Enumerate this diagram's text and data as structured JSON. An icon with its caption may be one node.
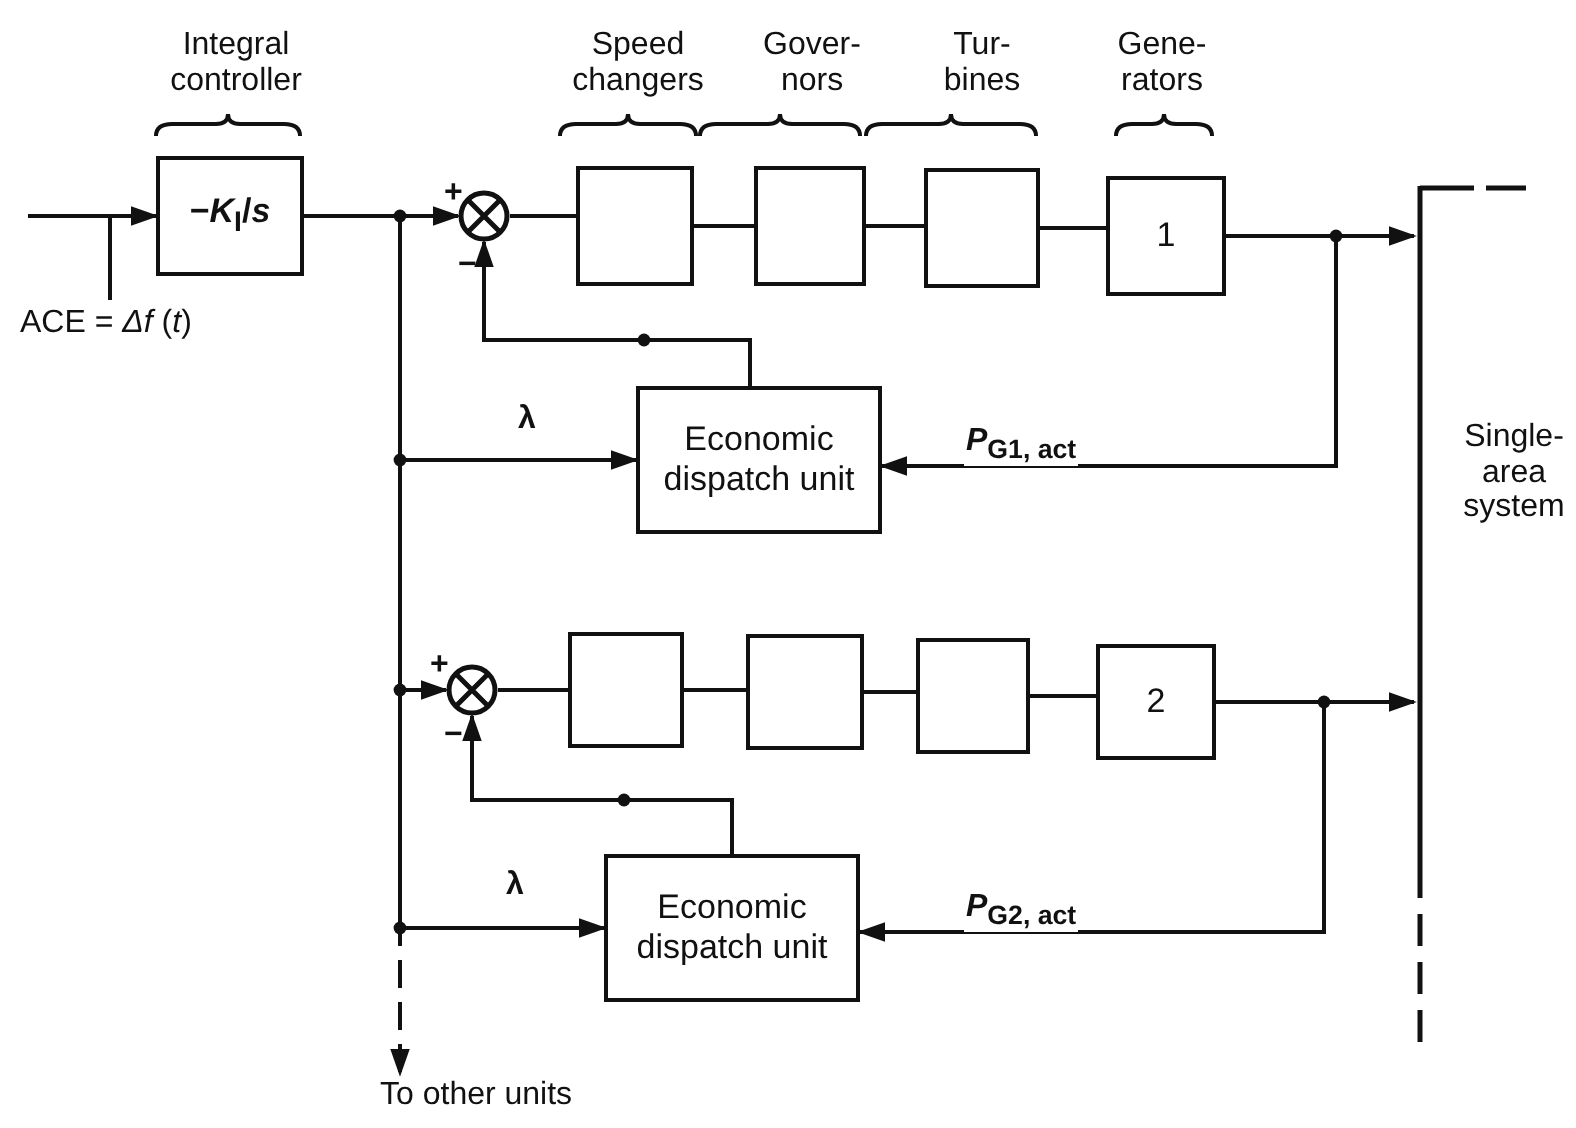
{
  "diagram": {
    "nodes": [
      {
        "text": [
          "−*K*$_{I}$/*s*"
        ],
        "beside": [
          "Integral controller"
        ]
      },
      {
        "text": [],
        "shape": "circle"
      },
      {
        "text": [],
        "shape": "box",
        "beside": [
          "Speed changers"
        ]
      },
      {
        "text": [],
        "shape": "box",
        "beside": [
          "Gover- nors"
        ]
      },
      {
        "text": [],
        "shape": "box",
        "beside": [
          "Tur- bines"
        ]
      },
      {
        "text": [
          "1"
        ],
        "beside": [
          "Gene- rators"
        ]
      },
      {
        "text": [
          "Economic dispatch unit"
        ]
      },
      {
        "text": [],
        "shape": "circle"
      },
      {
        "text": [],
        "shape": "box"
      },
      {
        "text": [],
        "shape": "box"
      },
      {
        "text": [],
        "shape": "box"
      },
      {
        "text": [
          "2"
        ]
      },
      {
        "text": [
          "Economic dispatch unit"
        ]
      },
      {
        "text": [],
        "shape": "bar",
        "beside": [
          "Single- area system"
        ]
      },
      {
        "text": [
          "To other units"
        ]
      },
      {
        "text": [
          "ACE = *Δf* (*t*)"
        ]
      }
    ],
    "edges": [
      {
        "from": null,
        "to": 0,
        "arrow": "to"
      },
      {
        "from": 0,
        "to": 1,
        "arrow": "to"
      },
      {
        "from": 0,
        "to": 6,
        "arrow": "to",
        "label": "λ"
      },
      {
        "from": 0,
        "to": 7,
        "arrow": "to"
      },
      {
        "from": 0,
        "to": 12,
        "arrow": "to",
        "label": "λ"
      },
      {
        "from": 0,
        "to": 14,
        "arrow": "to",
        "style": "dashed"
      },
      {
        "from": 1,
        "to": 2,
        "arrow": "none"
      },
      {
        "from": 2,
        "to": 3,
        "arrow": "none"
      },
      {
        "from": 3,
        "to": 4,
        "arrow": "none"
      },
      {
        "from": 4,
        "to": 5,
        "arrow": "none"
      },
      {
        "from": 5,
        "to": 13,
        "arrow": "to"
      },
      {
        "from": 5,
        "to": 6,
        "arrow": "to",
        "label": "*P*$_{G1, act}$"
      },
      {
        "from": 6,
        "to": 1,
        "arrow": "to"
      },
      {
        "from": 7,
        "to": 8,
        "arrow": "none"
      },
      {
        "from": 8,
        "to": 9,
        "arrow": "none"
      },
      {
        "from": 9,
        "to": 10,
        "arrow": "none"
      },
      {
        "from": 10,
        "to": 11,
        "arrow": "none"
      },
      {
        "from": 11,
        "to": 13,
        "arrow": "to"
      },
      {
        "from": 11,
        "to": 12,
        "arrow": "to",
        "label": "*P*$_{G2, act}$"
      },
      {
        "from": 12,
        "to": 7,
        "arrow": "to"
      },
      {
        "from": 15,
        "to": null,
        "arrow": "none"
      }
    ],
    "labels": [
      "+",
      "−",
      "+",
      "−"
    ]
  }
}
